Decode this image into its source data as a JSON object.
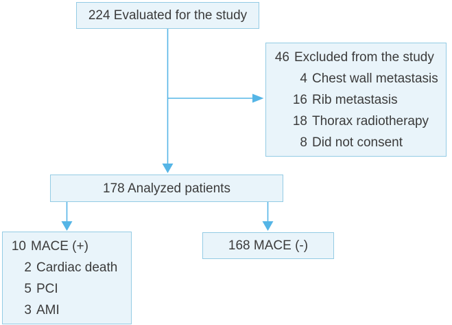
{
  "colors": {
    "box_fill": "#e9f4fa",
    "box_border": "#93cbe4",
    "arrow": "#55b5e6",
    "text": "#3b3b3b"
  },
  "nodes": {
    "evaluated": {
      "text": "224 Evaluated for the study"
    },
    "excluded": {
      "num": "46",
      "label": "Excluded from the study",
      "items": [
        {
          "num": "4",
          "label": "Chest wall metastasis"
        },
        {
          "num": "16",
          "label": "Rib metastasis"
        },
        {
          "num": "18",
          "label": "Thorax radiotherapy"
        },
        {
          "num": "8",
          "label": "Did not consent"
        }
      ]
    },
    "analyzed": {
      "text": "178 Analyzed patients"
    },
    "mace_positive": {
      "num": "10",
      "label": "MACE (+)",
      "items": [
        {
          "num": "2",
          "label": "Cardiac death"
        },
        {
          "num": "5",
          "label": "PCI"
        },
        {
          "num": "3",
          "label": "AMI"
        }
      ]
    },
    "mace_negative": {
      "text": "168 MACE (-)"
    }
  }
}
